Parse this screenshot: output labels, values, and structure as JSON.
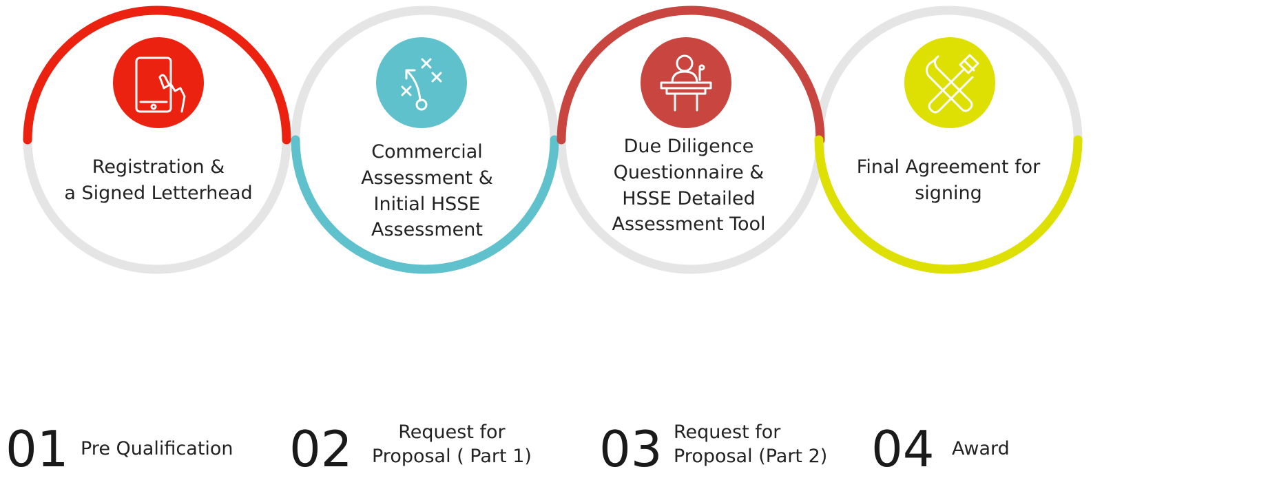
{
  "colors": {
    "ring_gray": "#e5e5e5",
    "red": "#ec2211",
    "teal": "#5fc1cc",
    "crimson": "#c8463f",
    "yellow": "#dde002"
  },
  "circles": [
    {
      "icon": "tablet-touch-icon",
      "color": "#ec2211",
      "lines": [
        "Registration &",
        "a Signed Letterhead"
      ]
    },
    {
      "icon": "strategy-play-icon",
      "color": "#5fc1cc",
      "lines": [
        "Commercial",
        "Assessment &",
        "Initial HSSE",
        "Assessment"
      ]
    },
    {
      "icon": "speaker-podium-icon",
      "color": "#c8463f",
      "lines": [
        "Due Diligence",
        "Questionnaire &",
        "HSSE Detailed",
        "Assessment Tool"
      ]
    },
    {
      "icon": "wrench-hammer-icon",
      "color": "#dde002",
      "lines": [
        "Final Agreement for",
        "signing"
      ]
    }
  ],
  "steps": [
    {
      "number": "01",
      "lines": [
        "Pre Qualification"
      ]
    },
    {
      "number": "02",
      "lines": [
        "Request for",
        "Proposal ( Part 1)"
      ]
    },
    {
      "number": "03",
      "lines": [
        "Request for",
        "Proposal (Part 2)"
      ]
    },
    {
      "number": "04",
      "lines": [
        "Award"
      ]
    }
  ]
}
